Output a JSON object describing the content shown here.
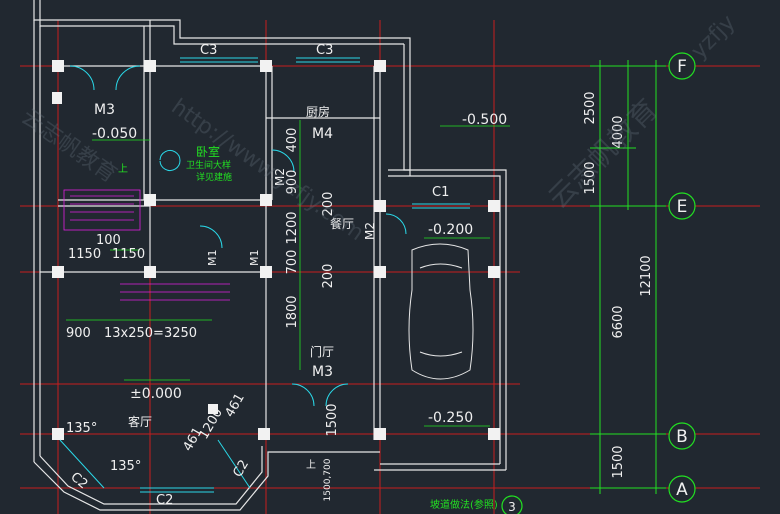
{
  "axes": {
    "F": "F",
    "E": "E",
    "B": "B",
    "A": "A",
    "col3": "3"
  },
  "dims_right": {
    "d2500": "2500",
    "d4000": "4000",
    "d1500a": "1500",
    "d12100": "12100",
    "d6600": "6600",
    "d1500b": "1500"
  },
  "windows": {
    "c3_left": "C3",
    "c3_right": "C3",
    "c1": "C1",
    "c2_left": "C2",
    "c2_bottom": "C2",
    "c2_right": "C2"
  },
  "doors": {
    "m3_top": "M3",
    "m4": "M4",
    "m2_v1": "M2",
    "m2_v2": "M2",
    "m1_a": "M1",
    "m1_b": "M1",
    "m3_bottom": "M3"
  },
  "rooms": {
    "kitchen": "厨房",
    "dining": "餐厅",
    "foyer": "门厅",
    "living": "客厅",
    "bedroom": "卧室",
    "bedroom_note": "卫生间大样",
    "bedroom_note2": "详见建施"
  },
  "levels": {
    "l1": "-0.050",
    "l2": "-0.500",
    "l3": "-0.200",
    "l4": "±0.000",
    "l5": "-0.250"
  },
  "dims_inner": {
    "d400": "400",
    "d900": "900",
    "d200a": "200",
    "d1200": "1200",
    "d700": "700",
    "d200b": "200",
    "d1800": "1800",
    "d1500": "1500",
    "d1150a": "1150",
    "d1150b": "1150",
    "d100": "100",
    "d900b": "900",
    "stairs": "13x250=3250",
    "a135a": "135°",
    "a135b": "135°",
    "d461a": "461",
    "d1200b": "1200",
    "d461b": "461",
    "up1": "上",
    "up2": "上",
    "d1500_700": "1500,700"
  },
  "notes": {
    "ramp": "坡道做法(参照)"
  },
  "watermarks": {
    "w1": "http://www.yzfjy.com",
    "w2": "云志帆教育",
    "w3": "yzfjy",
    "w4": "云志帆教育"
  },
  "colors": {
    "bg": "#212830",
    "wall": "#e8e8e8",
    "axis_red": "#d02020",
    "dim_green": "#22e022",
    "text_white": "#f0f0f0",
    "cyan": "#2ad8e8",
    "magenta": "#e020e0",
    "yellow": "#e8e020",
    "blue": "#3a6cff"
  }
}
